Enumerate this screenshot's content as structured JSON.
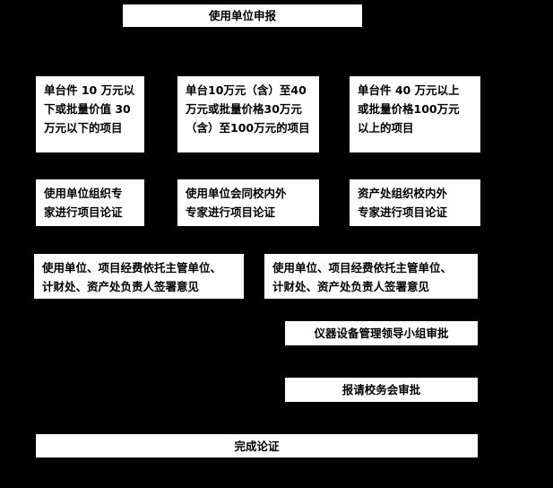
{
  "flowchart": {
    "colors": {
      "background": "#000000",
      "node_fill": "#ffffff",
      "node_text": "#000000"
    },
    "nodes": {
      "declare": "使用单位申报",
      "tier_low": "单台件 10 万元以\n下或批量价值 30\n万元以下的项目",
      "tier_mid": "单台10万元（含）至40\n万元或批量价格30万元\n（含）至100万元的项目",
      "tier_high": "单台件 40 万元以上\n或批量价格100万元\n以上的项目",
      "review_low": "使用单位组织专\n家进行项目论证",
      "review_mid": "使用单位会同校内外\n专家进行项目论证",
      "review_high": "资产处组织校内外\n专家进行项目论证",
      "sign_left": "使用单位、项目经费依托主管单位、\n计财处、资产处负责人签署意见",
      "sign_right": "使用单位、项目经费依托主管单位、\n计财处、资产处负责人签署意见",
      "leader_approve": "仪器设备管理领导小组审批",
      "council_approve": "报请校务会审批",
      "complete": "完成论证"
    }
  }
}
